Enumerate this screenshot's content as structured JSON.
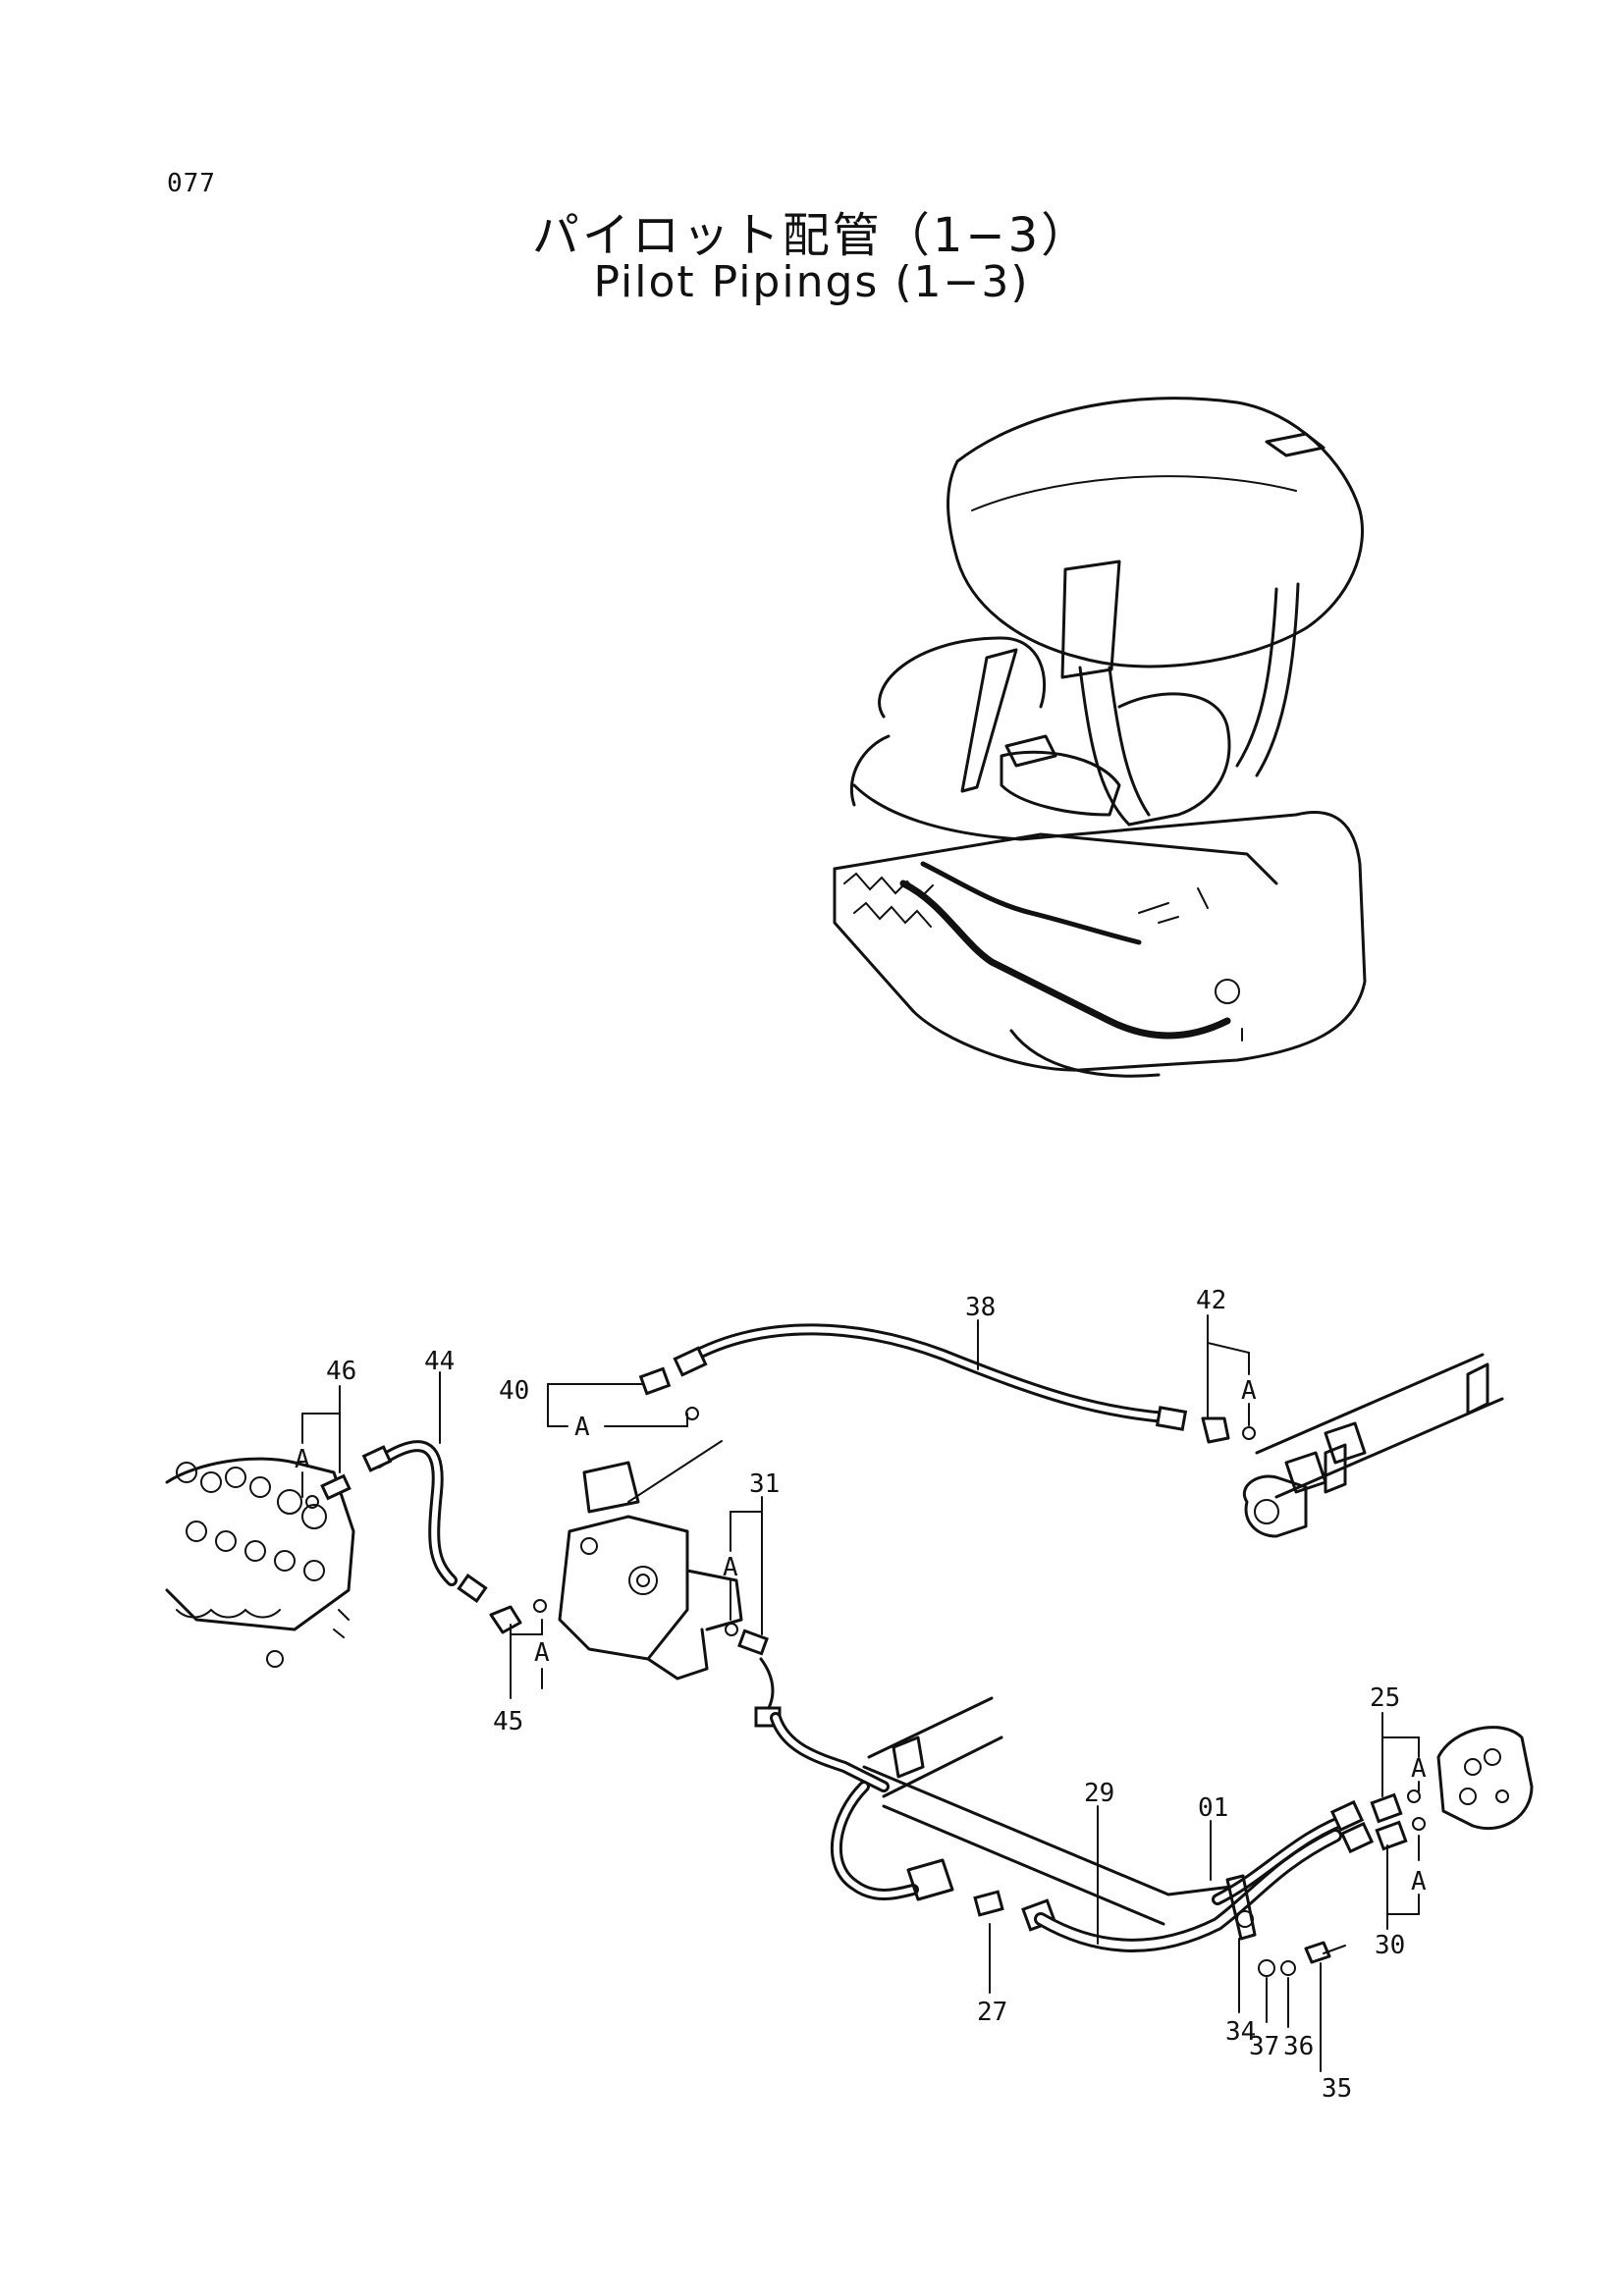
{
  "page_number": "077",
  "title_jp": "パイロット配管（1−3）",
  "title_en": "Pilot Pipings (1−3)",
  "callouts": {
    "c01": "01",
    "c25": "25",
    "c27": "27",
    "c29": "29",
    "c30": "30",
    "c31": "31",
    "c34": "34",
    "c35": "35",
    "c36": "36",
    "c37": "37",
    "c38": "38",
    "c40": "40",
    "c42": "42",
    "c44": "44",
    "c45": "45",
    "c46": "46"
  },
  "detail_marker": "A"
}
